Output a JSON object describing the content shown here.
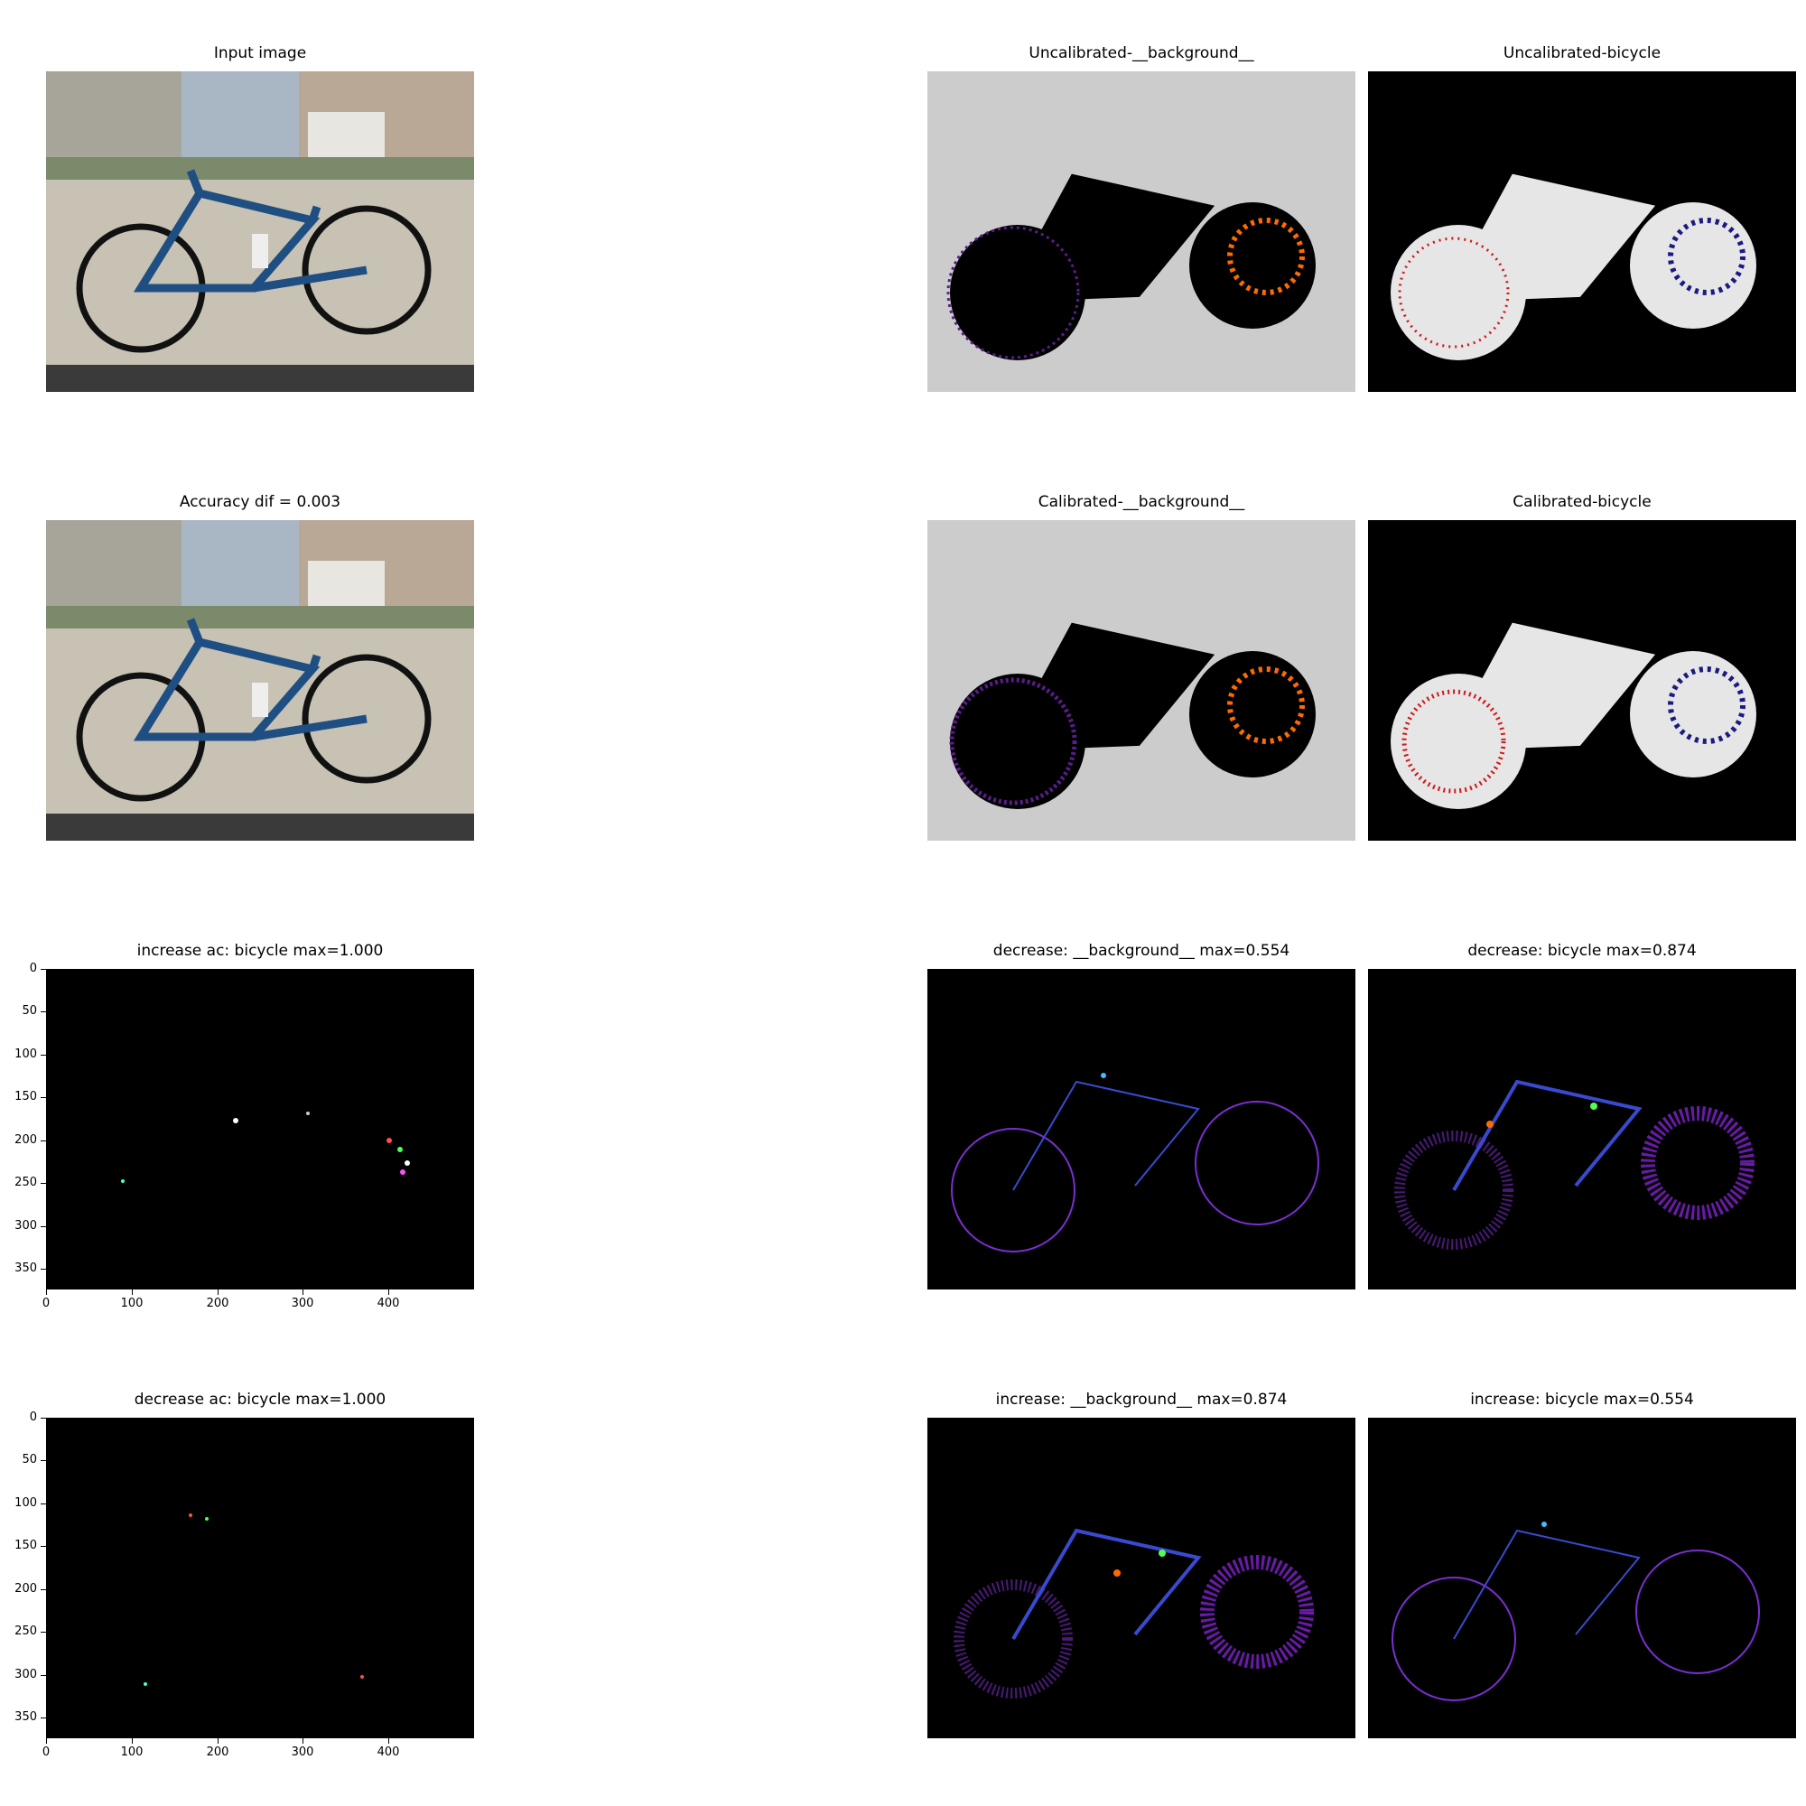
{
  "panels": {
    "input_image": "Input image",
    "uncal_bg": "Uncalibrated-__background__",
    "uncal_bicycle": "Uncalibrated-bicycle",
    "accuracy": "Accuracy dif = 0.003",
    "cal_bg": "Calibrated-__background__",
    "cal_bicycle": "Calibrated-bicycle",
    "increase_ac": "increase ac: bicycle max=1.000",
    "decrease_bg": "decrease: __background__ max=0.554",
    "decrease_bicycle": "decrease: bicycle max=0.874",
    "decrease_ac": "decrease ac: bicycle max=1.000",
    "increase_bg": "increase: __background__ max=0.874",
    "increase_bicycle": "increase: bicycle max=0.554"
  },
  "axes": {
    "y_ticks": [
      "0",
      "50",
      "100",
      "150",
      "200",
      "250",
      "300",
      "350"
    ],
    "x_ticks": [
      "0",
      "100",
      "200",
      "300",
      "400"
    ]
  },
  "colors": {
    "light_bg": "#cccccc",
    "dark_bg": "#000000",
    "bike_blue": "#1f4f82"
  }
}
